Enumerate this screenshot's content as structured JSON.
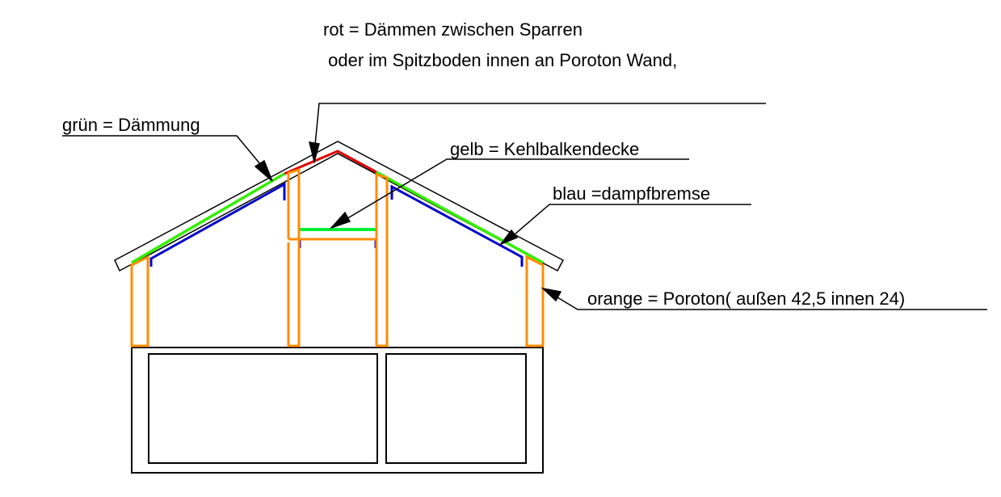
{
  "labels": {
    "rot_line1": "rot = Dämmen zwischen Sparren",
    "rot_line2": " oder im Spitzboden innen an Poroton Wand,",
    "gruen": "grün = Dämmung",
    "gelb": "gelb = Kehlbalkendecke",
    "blau": "blau =dampfbremse",
    "orange": "orange = Poroton( außen 42,5 innen 24)"
  },
  "colors": {
    "outline": "#000000",
    "rot": "#e00000",
    "gruen": "#33ee00",
    "gelb": "#00ee33",
    "blau": "#0000cc",
    "orange": "#ff8c00"
  }
}
